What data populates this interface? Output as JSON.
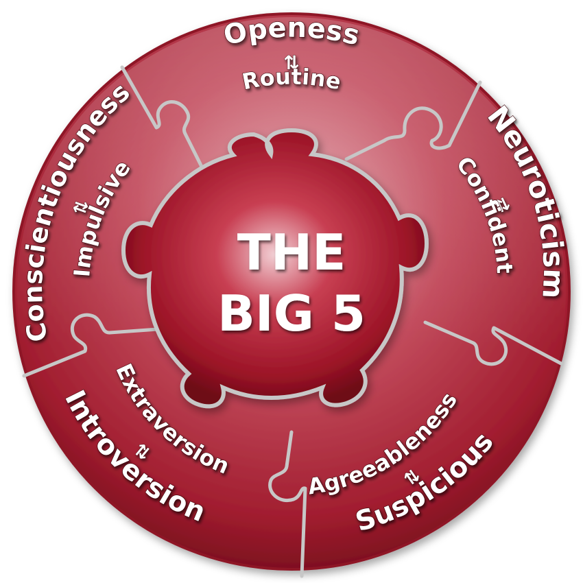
{
  "center": {
    "line1": "THE",
    "line2": "BIG 5"
  },
  "segments": [
    {
      "trait": "Openess",
      "symbol": "⇅",
      "opposite": "Routine"
    },
    {
      "trait": "Neuroticism",
      "symbol": "⇅",
      "opposite": "Confident"
    },
    {
      "trait": "Agreeableness",
      "symbol": "⇅",
      "opposite": "Suspicious"
    },
    {
      "trait": "Extraversion",
      "symbol": "⇅",
      "opposite": "Introversion"
    },
    {
      "trait": "Conscientiousness",
      "symbol": "⇅",
      "opposite": "Impulsive"
    }
  ],
  "colors": {
    "piece_light": "#d98a95",
    "piece_mid": "#b4283a",
    "piece_dark": "#7a0f1c",
    "seam": "#c7c7c7",
    "text": "#ffffff"
  }
}
